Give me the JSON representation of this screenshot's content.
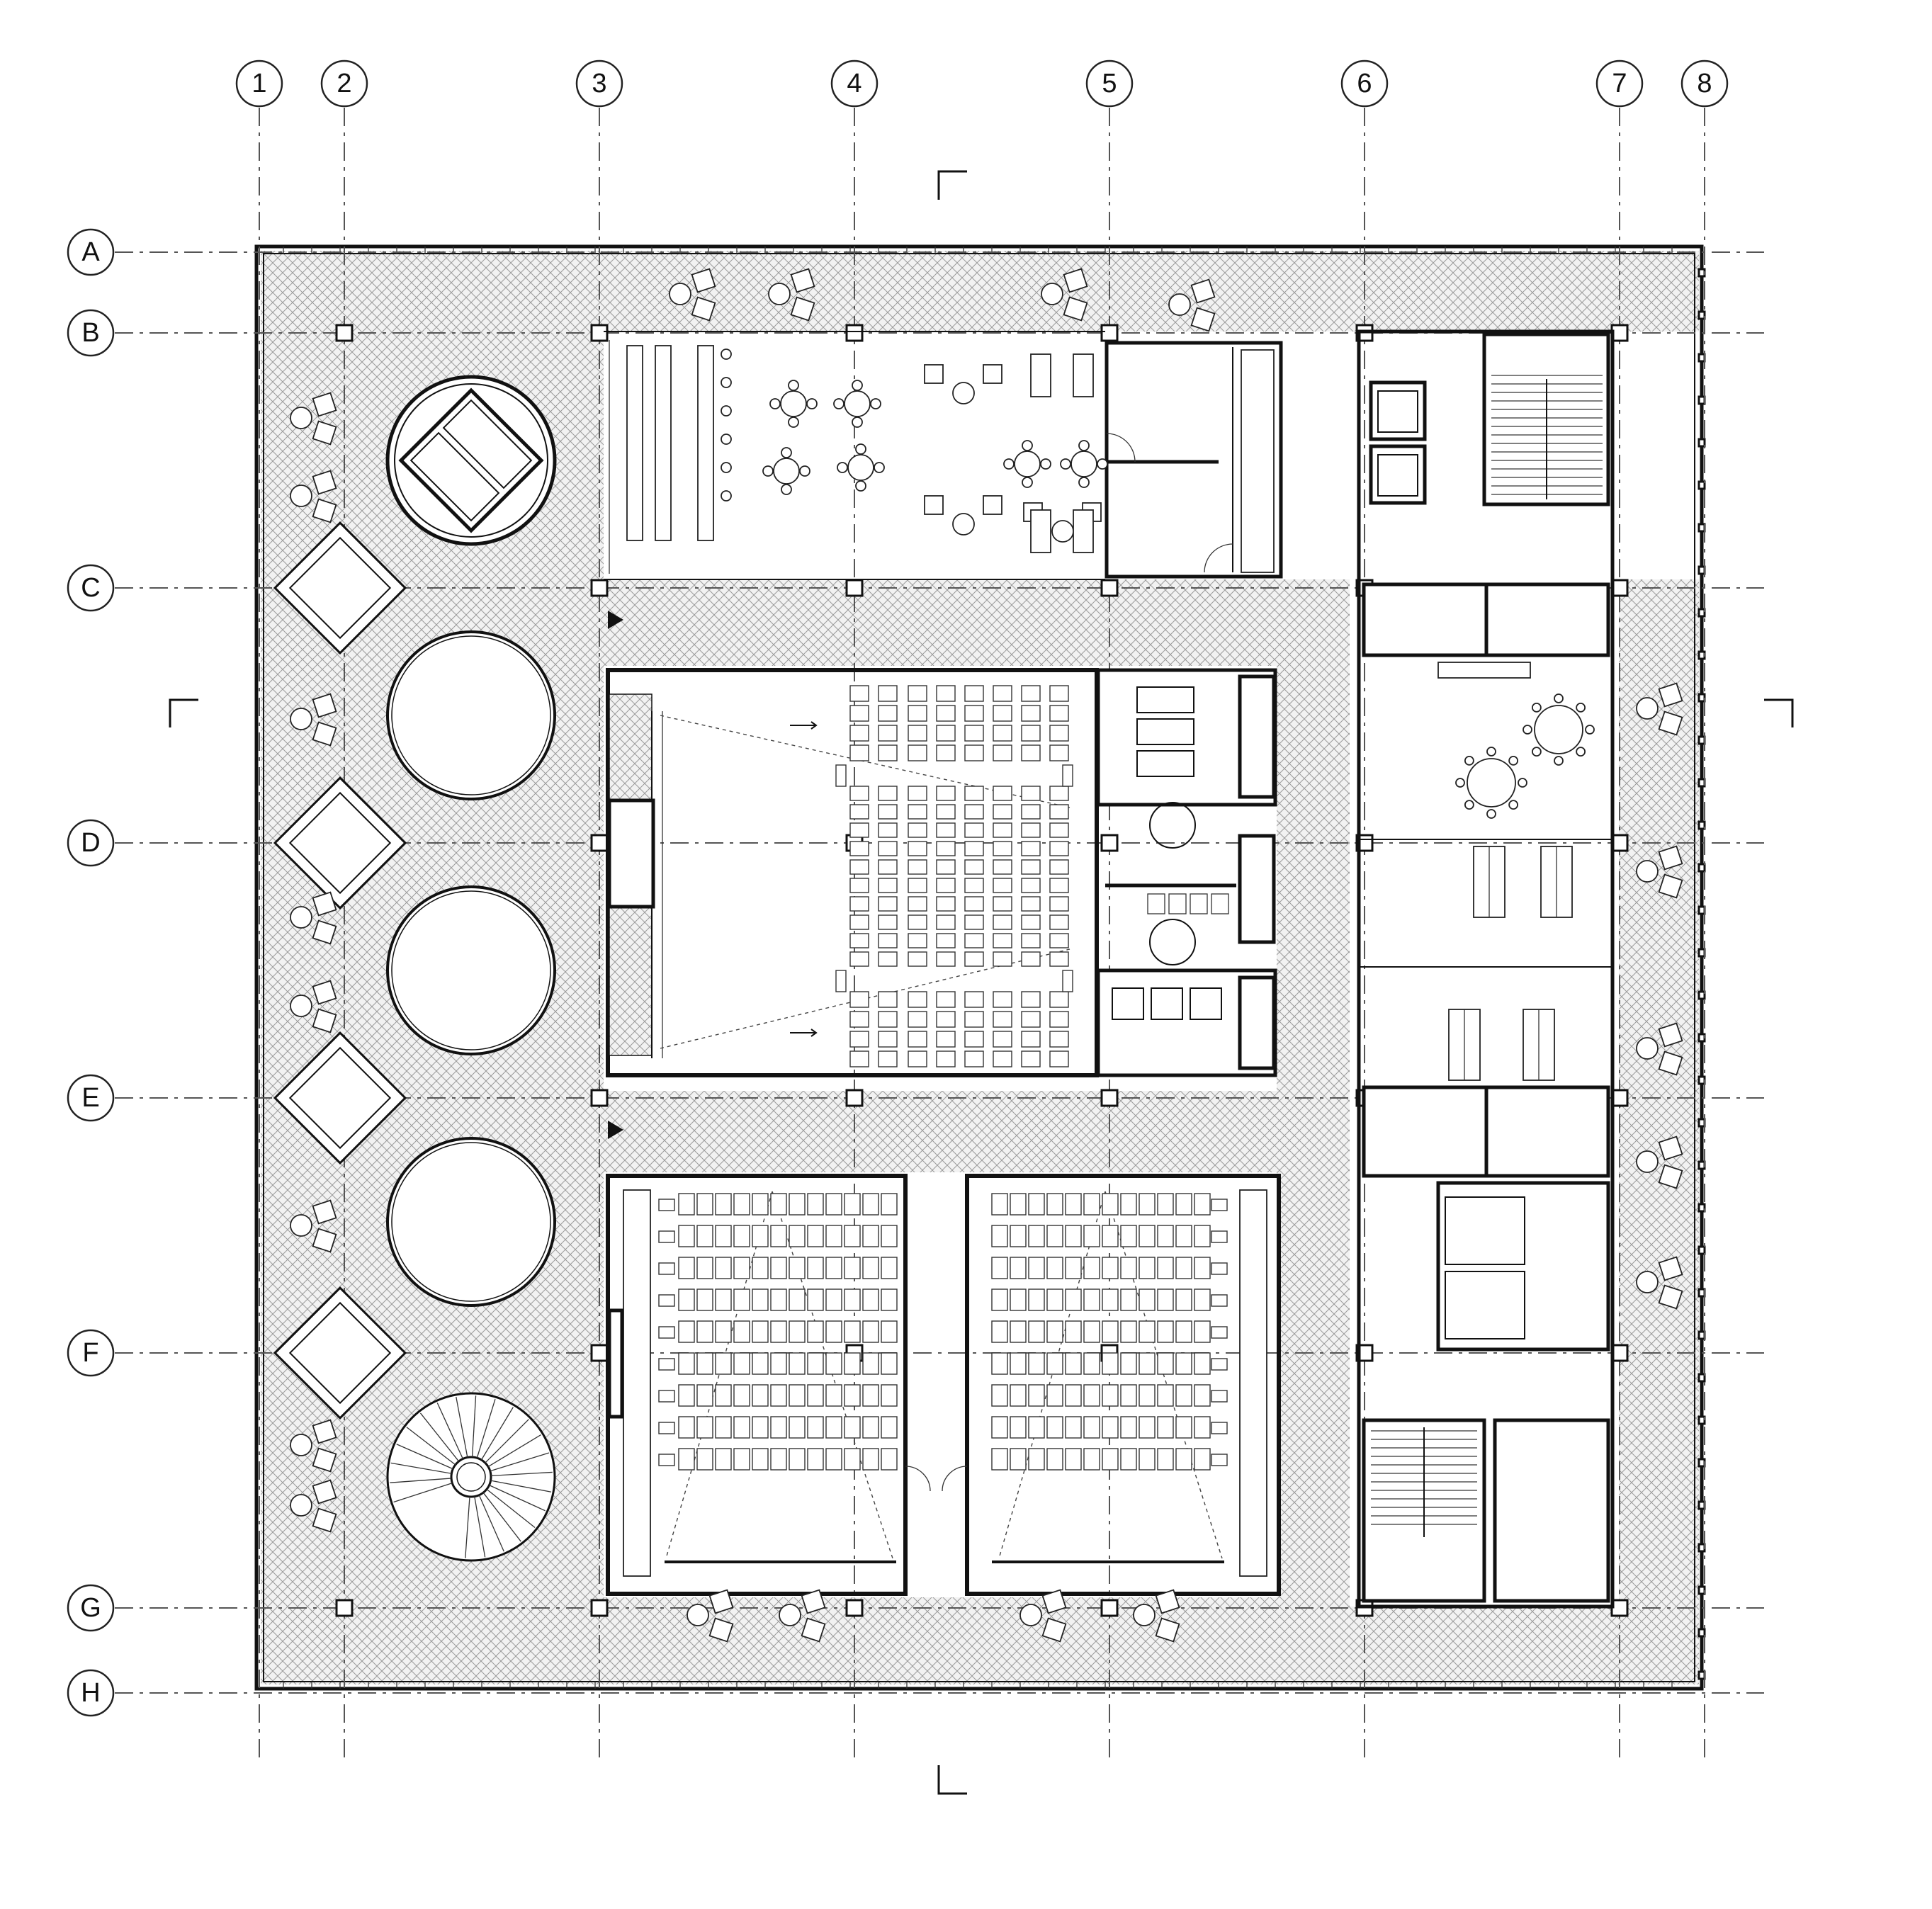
{
  "drawing": {
    "grid_columns": [
      "1",
      "2",
      "3",
      "4",
      "5",
      "6",
      "7",
      "8"
    ],
    "grid_rows": [
      "A",
      "B",
      "C",
      "D",
      "E",
      "F",
      "G",
      "H"
    ]
  }
}
